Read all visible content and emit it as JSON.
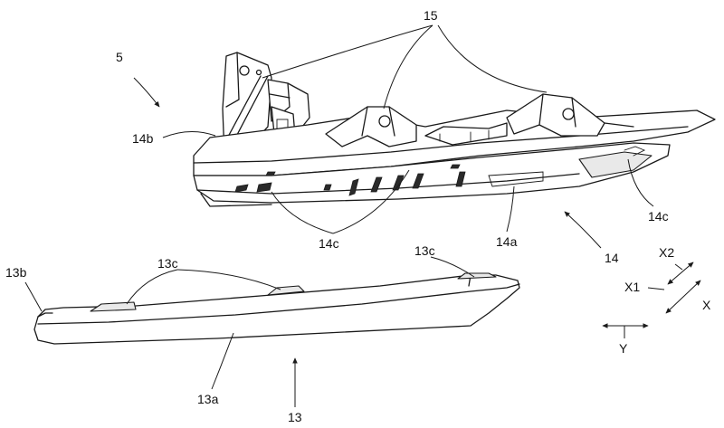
{
  "labels": {
    "assembly": "5",
    "bracket_ribs": "15",
    "rail_end": "14b",
    "slots_left": "14c",
    "slots_right": "14c",
    "rail_base": "14a",
    "rail": "14",
    "cover_end": "13b",
    "cover_tabs_left": "13c",
    "cover_tabs_right": "13c",
    "cover_body": "13a",
    "cover": "13"
  },
  "axes": {
    "x_main": "X",
    "x1": "X1",
    "x2": "X2",
    "y": "Y"
  }
}
